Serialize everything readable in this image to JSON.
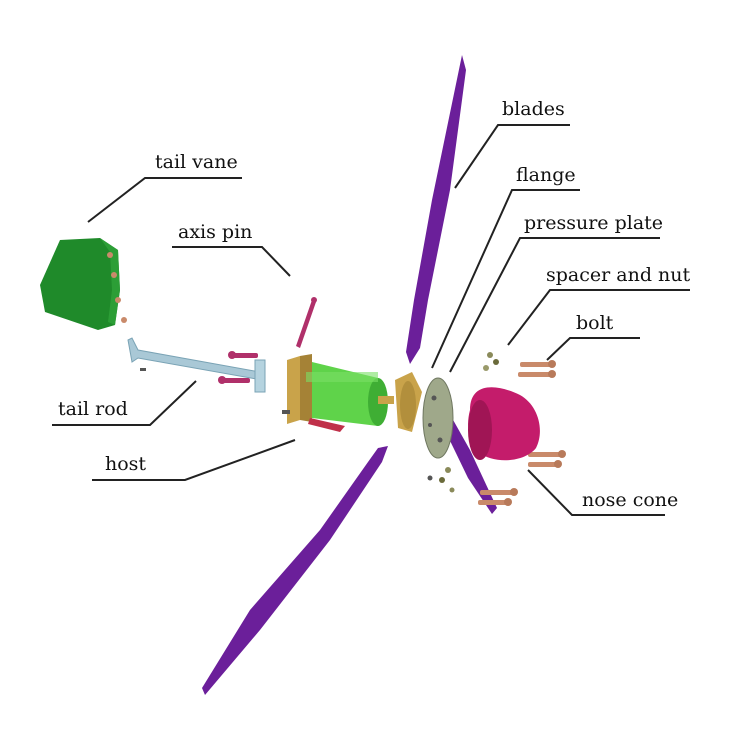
{
  "labels": {
    "blades": "blades",
    "flange": "flange",
    "pressure_plate": "pressure plate",
    "spacer_and_nut": "spacer and nut",
    "bolt": "bolt",
    "nose_cone": "nose cone",
    "tail_vane": "tail vane",
    "axis_pin": "axis pin",
    "tail_rod": "tail rod",
    "host": "host"
  },
  "colors": {
    "blade": "#6b1f9a",
    "tail_vane": "#1f8a2a",
    "generator": "#5fd34a",
    "nose_cone": "#c41c6b",
    "tail_rod": "#a9c8d6",
    "bolt": "#c98a6a",
    "flange": "#c9a34a",
    "pressure_plate": "#9fa88a"
  }
}
